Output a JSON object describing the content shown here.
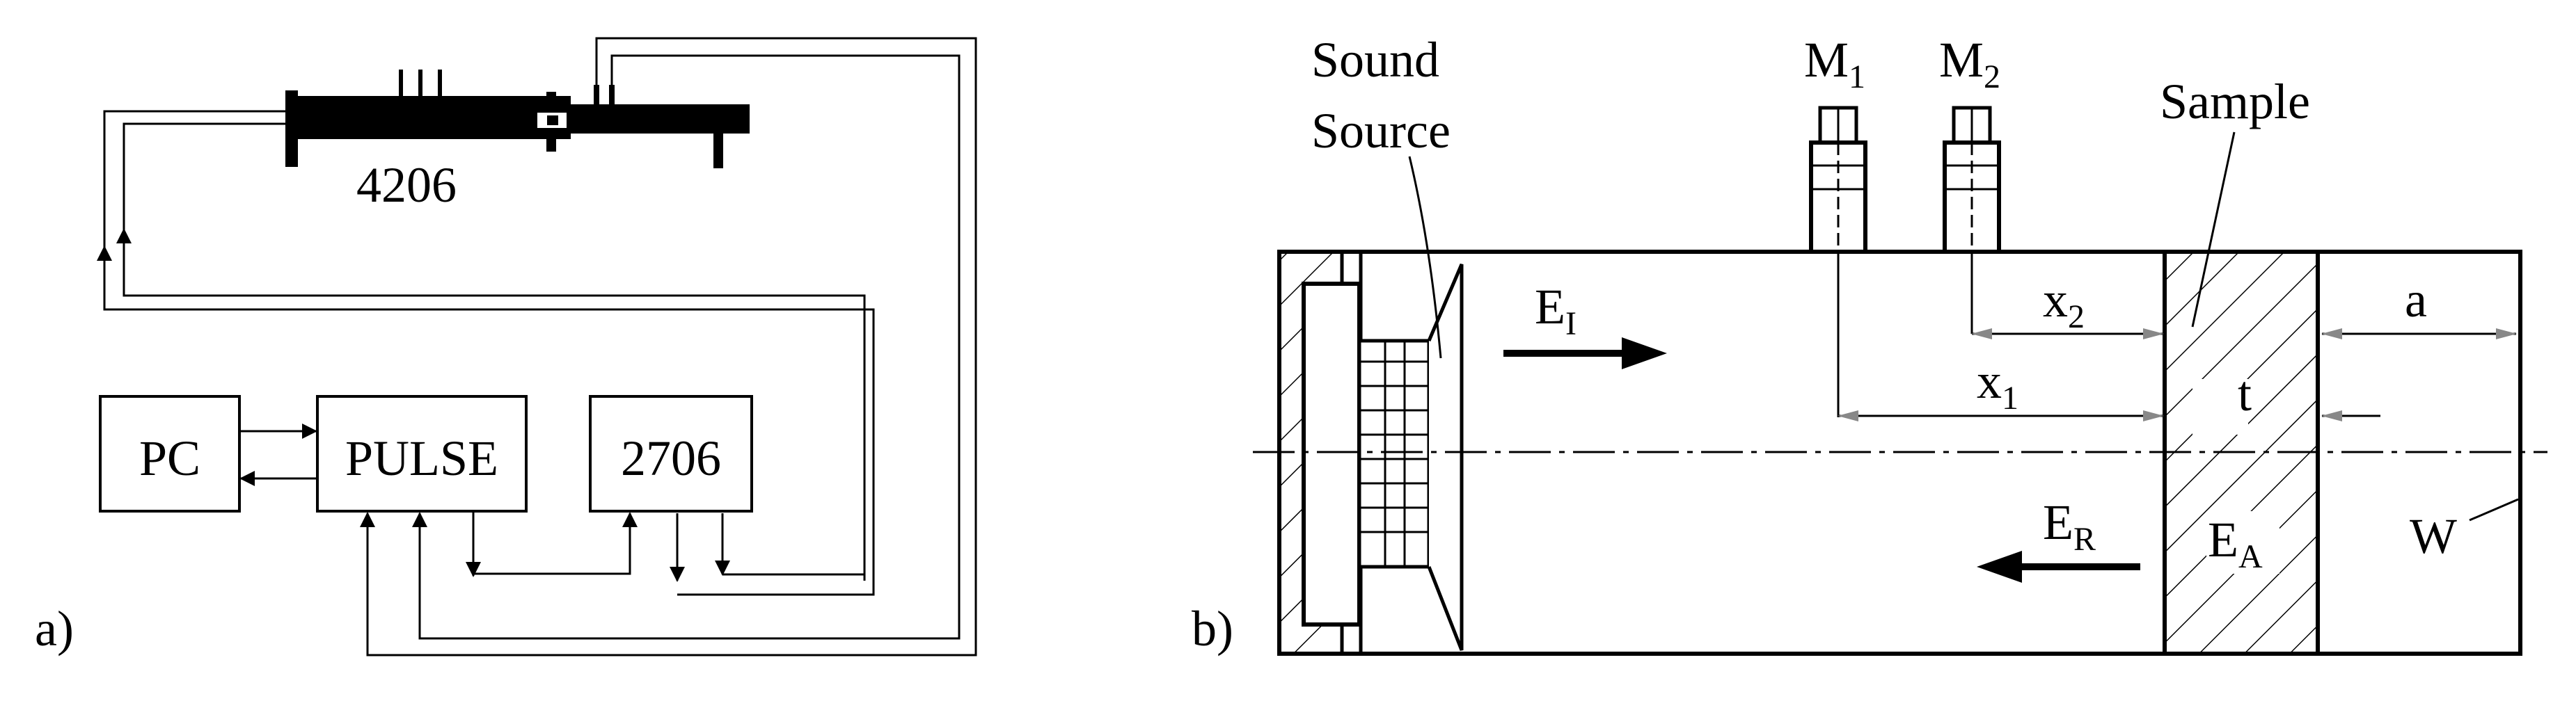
{
  "panel_a": {
    "panel_label": "a)",
    "device_label": "4206",
    "pc_label": "PC",
    "pulse_label": "PULSE",
    "amp_label": "2706"
  },
  "panel_b": {
    "panel_label": "b)",
    "sound_source_line1": "Sound",
    "sound_source_line2": "Source",
    "sample_label": "Sample",
    "mic1": {
      "base": "M",
      "sub": "1"
    },
    "mic2": {
      "base": "M",
      "sub": "2"
    },
    "incident": {
      "base": "E",
      "sub": "I"
    },
    "reflected": {
      "base": "E",
      "sub": "R"
    },
    "absorbed": {
      "base": "E",
      "sub": "A"
    },
    "x1": {
      "base": "x",
      "sub": "1"
    },
    "x2": {
      "base": "x",
      "sub": "2"
    },
    "thickness": "t",
    "gap": "a",
    "wall": "W"
  }
}
